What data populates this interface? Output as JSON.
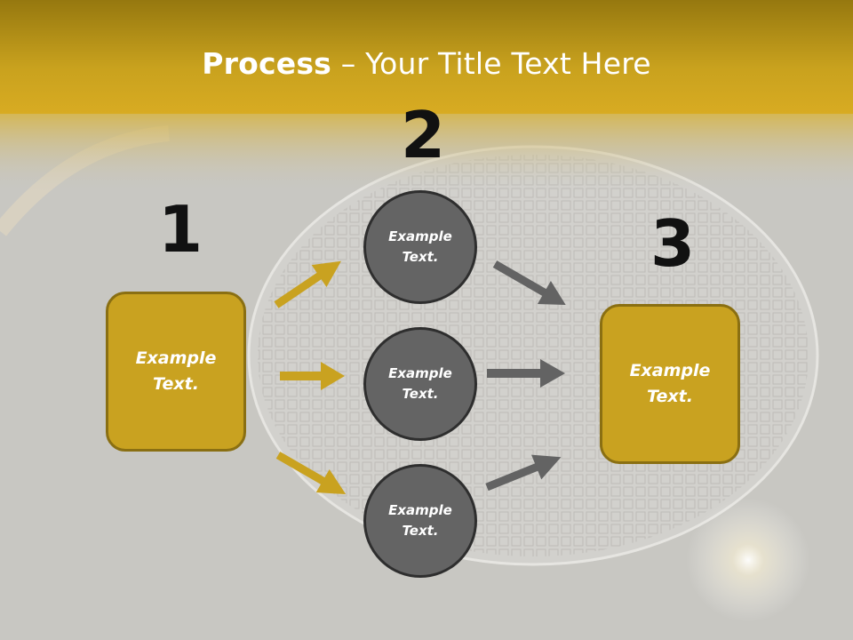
{
  "title": {
    "bold": "Process",
    "rest": " – Your Title Text Here"
  },
  "steps": [
    {
      "number": "1",
      "label": "Example Text."
    },
    {
      "number": "2",
      "labels": [
        "Example Text.",
        "Example Text.",
        "Example Text."
      ]
    },
    {
      "number": "3",
      "label": "Example Text."
    }
  ],
  "colors": {
    "header": "#c9a21e",
    "box_fill": "#c9a220",
    "circle_fill": "#646464",
    "arrow_gold": "#c9a220",
    "arrow_gray": "#636363"
  }
}
